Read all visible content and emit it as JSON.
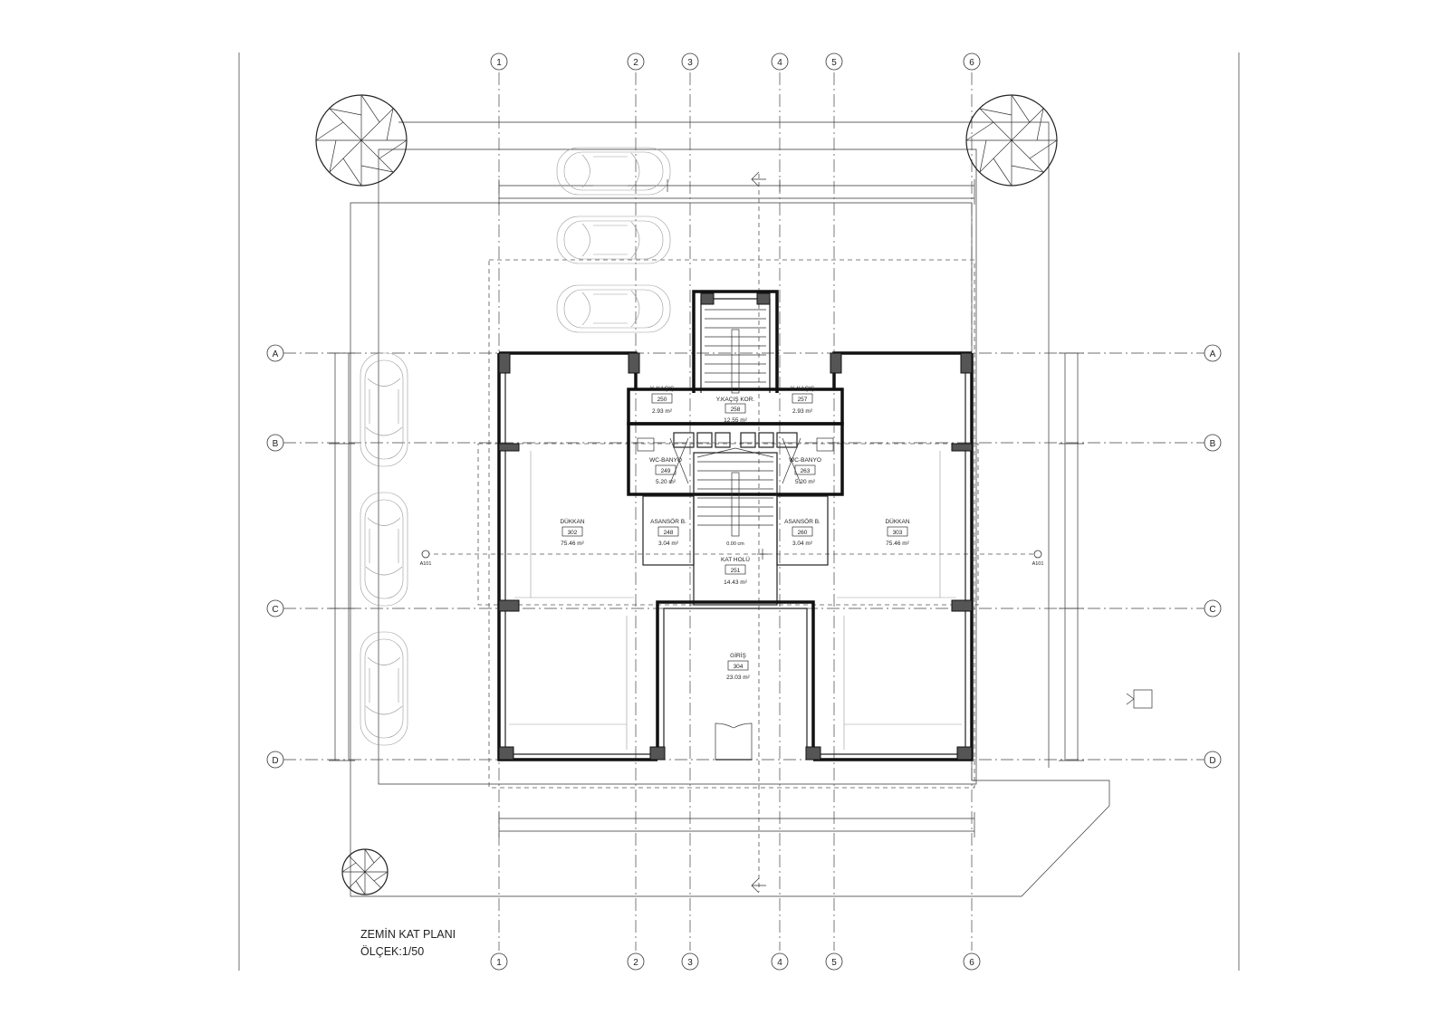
{
  "title": "ZEMİN KAT PLANI",
  "scale": "ÖLÇEK:1/50",
  "grid": {
    "columns": [
      "1",
      "2",
      "3",
      "4",
      "5",
      "6"
    ],
    "rows": [
      "A",
      "B",
      "C",
      "D"
    ]
  },
  "section_marks": [
    "A101",
    "A101"
  ],
  "elevation": "0.00 cm",
  "rooms": [
    {
      "name": "Y. KAÇIŞ",
      "number": "250",
      "area": "2.93 m²"
    },
    {
      "name": "Y.KAÇIŞ KOR.",
      "number": "258",
      "area": "12.55 m²"
    },
    {
      "name": "Y. KAÇIŞ",
      "number": "257",
      "area": "2.93 m²"
    },
    {
      "name": "WC-BANYO",
      "number": "249",
      "area": "5.20 m²"
    },
    {
      "name": "WC-BANYO",
      "number": "263",
      "area": "5.20 m²"
    },
    {
      "name": "DÜKKAN",
      "number": "302",
      "area": "75.46 m²"
    },
    {
      "name": "DÜKKAN",
      "number": "303",
      "area": "75.46 m²"
    },
    {
      "name": "ASANSÖR B.",
      "number": "248",
      "area": "3.04 m²"
    },
    {
      "name": "ASANSÖR B.",
      "number": "260",
      "area": "3.04 m²"
    },
    {
      "name": "KAT HOLÜ",
      "number": "251",
      "area": "14.43 m²"
    },
    {
      "name": "GİRİŞ",
      "number": "304",
      "area": "23.03 m²"
    }
  ]
}
